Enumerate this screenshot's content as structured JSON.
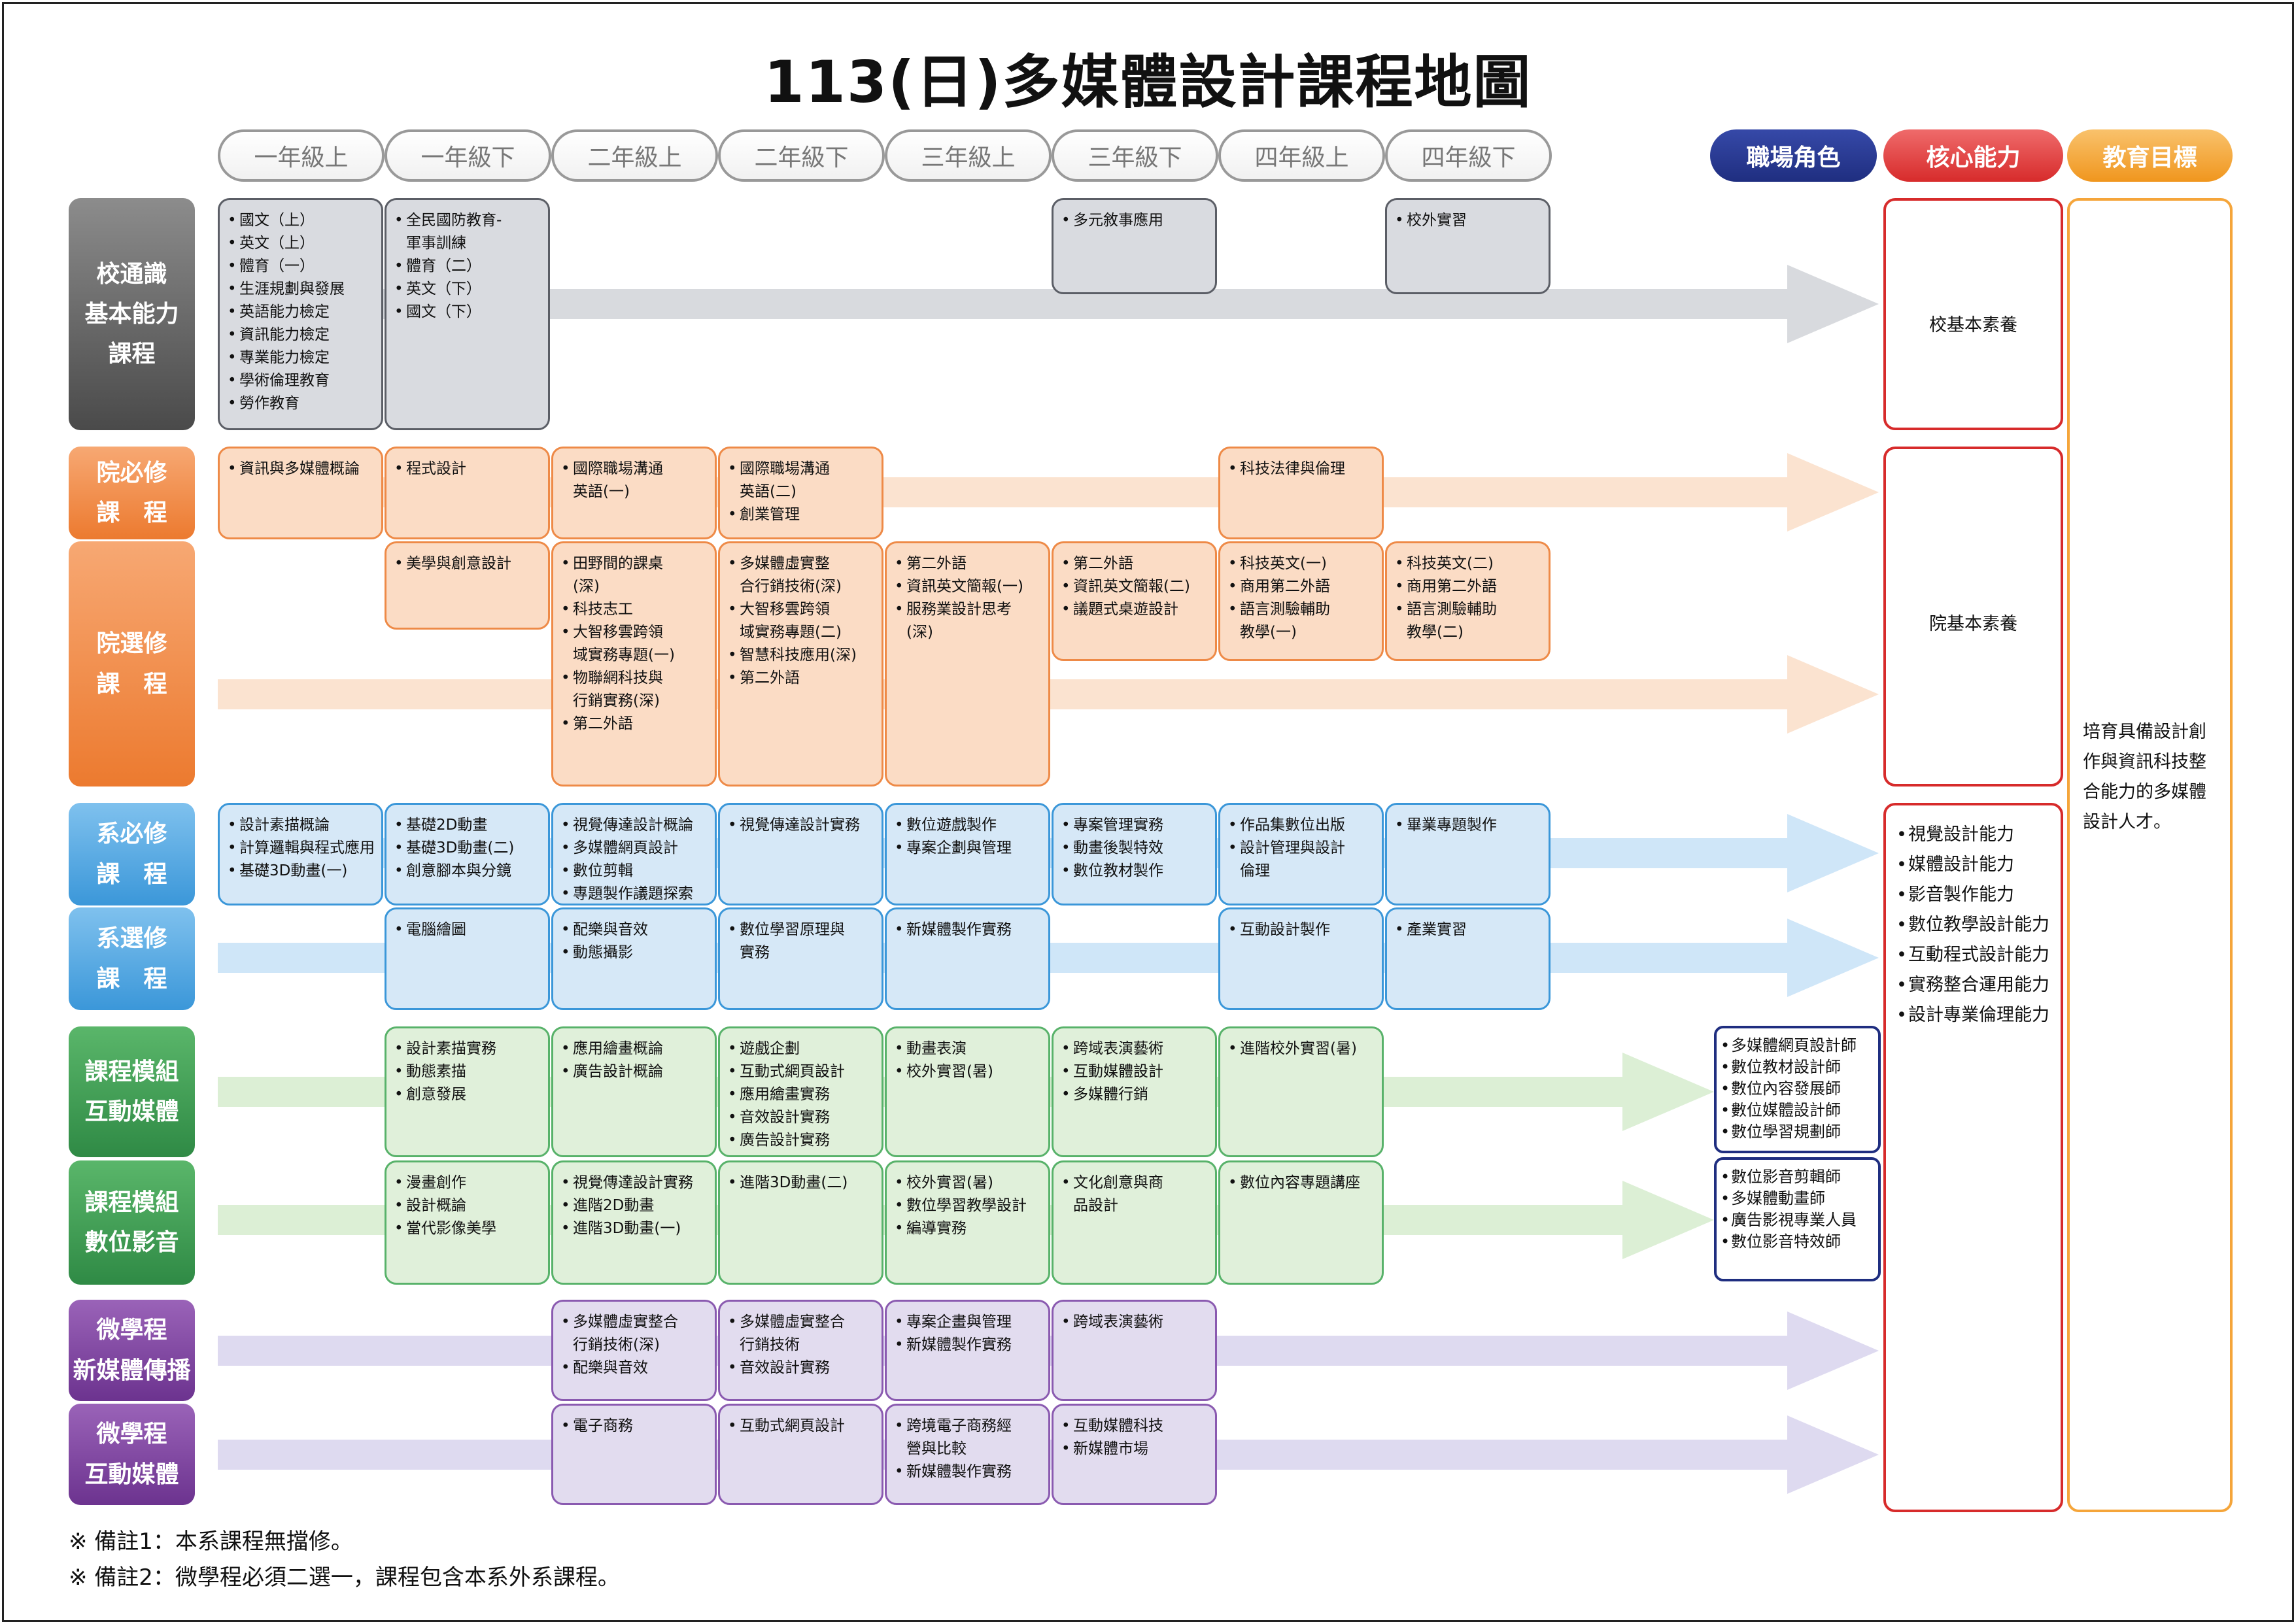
{
  "title": "113(日)多媒體設計課程地圖",
  "grades": [
    "一年級上",
    "一年級下",
    "二年級上",
    "二年級下",
    "三年級上",
    "三年級下",
    "四年級上",
    "四年級下"
  ],
  "headers": {
    "job": "職場角色",
    "core": "核心能力",
    "goal": "教育目標"
  },
  "colors": {
    "gray": "#d9dbe0",
    "orange": "#fbdcc5",
    "blue": "#d6e8f7",
    "green": "#e0f0da",
    "purple": "#e2dcef",
    "job_pill": "#1f2e80",
    "core_pill": "#d72b2b",
    "goal_pill": "#f5a53a"
  },
  "row_labels": {
    "general": [
      "校通識",
      "基本能力",
      "課程"
    ],
    "college_req": [
      "院必修",
      "課　程"
    ],
    "college_elec": [
      "院選修",
      "課　程"
    ],
    "dept_req": [
      "系必修",
      "課　程"
    ],
    "dept_elec": [
      "系選修",
      "課　程"
    ],
    "module_inter": [
      "課程模組",
      "互動媒體"
    ],
    "module_video": [
      "課程模組",
      "數位影音"
    ],
    "micro_media": [
      "微學程",
      "新媒體傳播"
    ],
    "micro_inter": [
      "微學程",
      "互動媒體"
    ]
  },
  "courses": {
    "general": {
      "g1a": [
        "國文（上）",
        "英文（上）",
        "體育（一）",
        "生涯規劃與發展",
        "英語能力檢定",
        "資訊能力檢定",
        "專業能力檢定",
        "學術倫理教育",
        "勞作教育"
      ],
      "g1b": [
        "全民國防教育-\n軍事訓練",
        "體育（二）",
        "英文（下）",
        "國文（下）"
      ],
      "g3b": [
        "多元敘事應用"
      ],
      "g4b": [
        "校外實習"
      ]
    },
    "college_req": {
      "g1a": [
        "資訊與多媒體概論"
      ],
      "g1b": [
        "程式設計"
      ],
      "g2a": [
        "國際職場溝通\n英語(一)"
      ],
      "g2b": [
        "國際職場溝通\n英語(二)",
        "創業管理"
      ],
      "g4a": [
        "科技法律與倫理"
      ]
    },
    "college_elec": {
      "g1b": [
        "美學與創意設計"
      ],
      "g2a": [
        "田野間的課桌\n(深)",
        "科技志工",
        "大智移雲跨領\n域實務專題(一)",
        "物聯網科技與\n行銷實務(深)",
        "第二外語"
      ],
      "g2b": [
        "多媒體虛實整\n合行銷技術(深)",
        "大智移雲跨領\n域實務專題(二)",
        "智慧科技應用(深)",
        "第二外語"
      ],
      "g3a": [
        "第二外語",
        "資訊英文簡報(一)",
        "服務業設計思考\n(深)"
      ],
      "g3b": [
        "第二外語",
        "資訊英文簡報(二)",
        "議題式桌遊設計"
      ],
      "g4a": [
        "科技英文(一)",
        "商用第二外語",
        "語言測驗輔助\n教學(一)"
      ],
      "g4b": [
        "科技英文(二)",
        "商用第二外語",
        "語言測驗輔助\n教學(二)"
      ]
    },
    "dept_req": {
      "g1a": [
        "設計素描概論",
        "計算邏輯與程式應用",
        "基礎3D動畫(一)"
      ],
      "g1b": [
        "基礎2D動畫",
        "基礎3D動畫(二)",
        "創意腳本與分鏡"
      ],
      "g2a": [
        "視覺傳達設計概論",
        "多媒體網頁設計",
        "數位剪輯",
        "專題製作議題探索"
      ],
      "g2b": [
        "視覺傳達設計實務"
      ],
      "g3a": [
        "數位遊戲製作",
        "專案企劃與管理"
      ],
      "g3b": [
        "專案管理實務",
        "動畫後製特效",
        "數位教材製作"
      ],
      "g4a": [
        "作品集數位出版",
        "設計管理與設計\n倫理"
      ],
      "g4b": [
        "畢業專題製作"
      ]
    },
    "dept_elec": {
      "g1b": [
        "電腦繪圖"
      ],
      "g2a": [
        "配樂與音效",
        "動態攝影"
      ],
      "g2b": [
        "數位學習原理與\n實務"
      ],
      "g3a": [
        "新媒體製作實務"
      ],
      "g4a": [
        "互動設計製作"
      ],
      "g4b": [
        "產業實習"
      ]
    },
    "module_inter": {
      "g1b": [
        "設計素描實務",
        "動態素描",
        "創意發展"
      ],
      "g2a": [
        "應用繪畫概論",
        "廣告設計概論"
      ],
      "g2b": [
        "遊戲企劃",
        "互動式網頁設計",
        "應用繪畫實務",
        "音效設計實務",
        "廣告設計實務"
      ],
      "g3a": [
        "動畫表演",
        "校外實習(暑)"
      ],
      "g3b": [
        "跨域表演藝術",
        "互動媒體設計",
        "多媒體行銷"
      ],
      "g4a": [
        "進階校外實習(暑)"
      ]
    },
    "module_video": {
      "g1b": [
        "漫畫創作",
        "設計概論",
        "當代影像美學"
      ],
      "g2a": [
        "視覺傳達設計實務",
        "進階2D動畫",
        "進階3D動畫(一)"
      ],
      "g2b": [
        "進階3D動畫(二)"
      ],
      "g3a": [
        "校外實習(暑)",
        "數位學習教學設計",
        "編導實務"
      ],
      "g3b": [
        "文化創意與商\n品設計"
      ],
      "g4a": [
        "數位內容專題講座"
      ]
    },
    "micro_media": {
      "g2a": [
        "多媒體虛實整合\n行銷技術(深)",
        "配樂與音效"
      ],
      "g2b": [
        "多媒體虛實整合\n行銷技術",
        "音效設計實務"
      ],
      "g3a": [
        "專案企畫與管理",
        "新媒體製作實務"
      ],
      "g3b": [
        "跨域表演藝術"
      ]
    },
    "micro_inter": {
      "g2a": [
        "電子商務"
      ],
      "g2b": [
        "互動式網頁設計"
      ],
      "g3a": [
        "跨境電子商務經\n營與比較",
        "新媒體製作實務"
      ],
      "g3b": [
        "互動媒體科技",
        "新媒體市場"
      ]
    }
  },
  "jobs": {
    "interactive": [
      "多媒體網頁設計師",
      "數位教材設計師",
      "數位內容發展師",
      "數位媒體設計師",
      "數位學習規劃師"
    ],
    "video": [
      "數位影音剪輯師",
      "多媒體動畫師",
      "廣告影視專業人員",
      "數位影音特效師"
    ]
  },
  "core": {
    "school": "校基本素養",
    "college": "院基本素養",
    "dept": [
      "視覺設計能力",
      "媒體設計能力",
      "影音製作能力",
      "數位教學設計能力",
      "互動程式設計能力",
      "實務整合運用能力",
      "設計專業倫理能力"
    ]
  },
  "goal": "培育具備設計創作與資訊科技整合能力的多媒體設計人才。",
  "notes": [
    "※ 備註1：本系課程無擋修。",
    "※ 備註2：微學程必須二選一，課程包含本系外系課程。"
  ]
}
